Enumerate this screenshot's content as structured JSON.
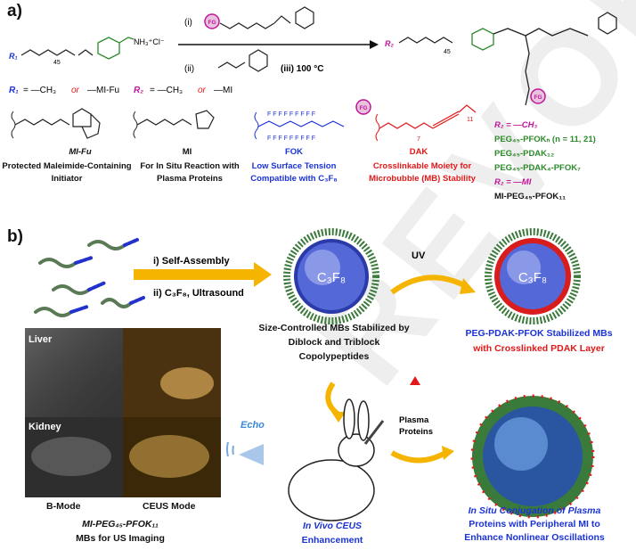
{
  "panel_a": {
    "label": "a)",
    "step_i": "(i)",
    "step_ii": "(ii)",
    "step_iii": "(iii) 100 °C",
    "fg_badge": "FG",
    "n45": "45",
    "nh3cl": "NH₃⁺Cl⁻",
    "r1_label": "R₁",
    "r2_label": "R₂",
    "r1_def_a": "= —CH₃",
    "or1": "or",
    "r1_def_b": "—MI-Fu",
    "r2_def_a": "= —CH₃",
    "or2": "or",
    "r2_def_b": "—MI",
    "mi_fu_name": "MI-Fu",
    "mi_fu_caption": "Protected Maleimide-Containing Initiator",
    "mi_name": "MI",
    "mi_caption": "For In Situ Reaction with Plasma Proteins",
    "fok_name": "FOK",
    "fok_caption": "Low Surface Tension Compatible with C₃F₈",
    "dak_name": "DAK",
    "dak_caption": "Crosslinkable Moiety for Microbubble (MB) Stability",
    "sub_7": "7",
    "sub_11": "11",
    "right_r2a": "R₂ = —CH₃",
    "right_l1": "PEG₄₅-PFOKₙ (n = 11, 21)",
    "right_l2": "PEG₄₅-PDAK₁₂",
    "right_l3": "PEG₄₅-PDAK₄-PFOK₇",
    "right_r2b": "R₂ = —MI",
    "right_l4": "MI-PEG₄₅-PFOK₁₁"
  },
  "panel_b": {
    "label": "b)",
    "step1": "i) Self-Assembly",
    "step2": "ii) C₃F₈, Ultrasound",
    "uv": "UV",
    "core": "C₃F₈",
    "mb_caption": "Size-Controlled MBs Stabilized by Diblock and Triblock Copolypeptides",
    "xl_caption_1": "PEG-PDAK-PFOK Stabilized MBs",
    "xl_caption_2": "with Crosslinked PDAK Layer",
    "liver": "Liver",
    "kidney": "Kidney",
    "bmode": "B-Mode",
    "ceus": "CEUS Mode",
    "us_caption_1": "MI-PEG₄₅-PFOK₁₁",
    "us_caption_2": "MBs for US Imaging",
    "echo": "Echo",
    "plasma": "Plasma Proteins",
    "vivo_1": "In Vivo CEUS",
    "vivo_2": "Enhancement",
    "insitu_1": "In Situ Conjugation of Plasma",
    "insitu_2": "Proteins with Peripheral MI to",
    "insitu_3": "Enhance Nonlinear Oscillations"
  },
  "colors": {
    "blue": "#1a32d6",
    "red": "#e31818",
    "green": "#2c8a2c",
    "magenta": "#c0159a",
    "orange": "#f5b400",
    "mb_core": "#5468d8"
  },
  "watermark": "REVOKE"
}
